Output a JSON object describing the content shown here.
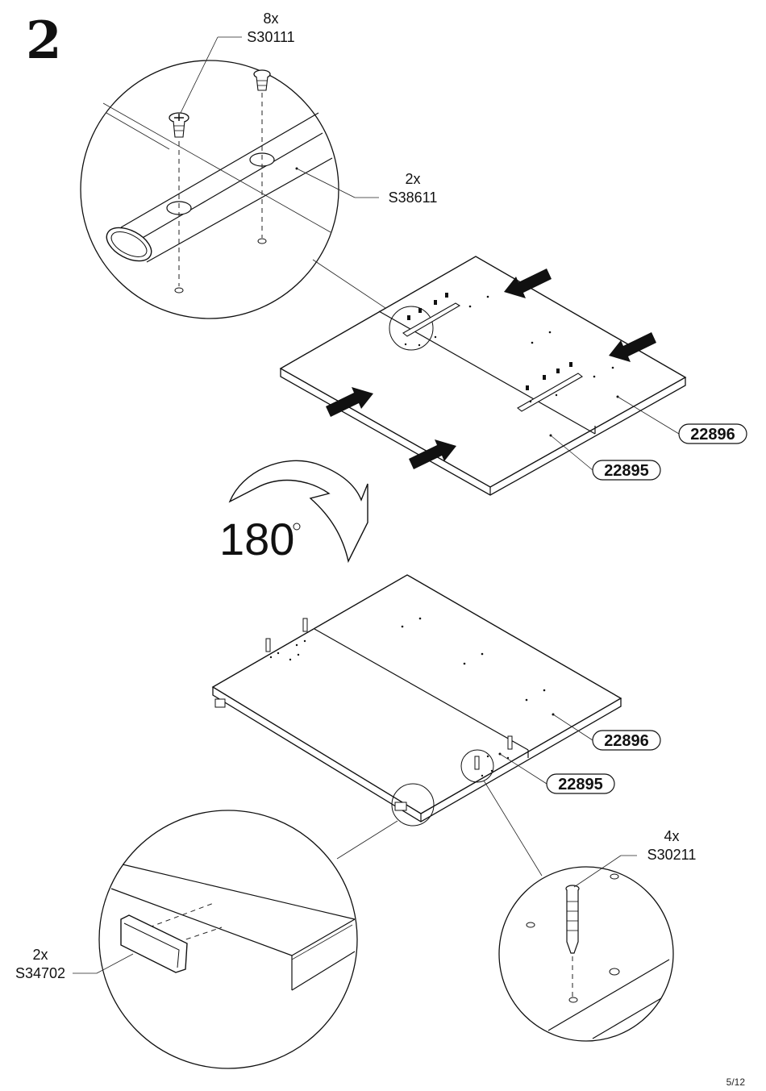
{
  "step_number": "2",
  "rotation_label": "180",
  "page_number": "5/12",
  "callouts": {
    "screw_qty": "8x",
    "screw_code": "S30111",
    "rail_qty": "2x",
    "rail_code": "S38611",
    "cap_qty": "2x",
    "cap_code": "S34702",
    "cam_qty": "4x",
    "cam_code": "S30211"
  },
  "parts": {
    "top_upper_right": "22896",
    "top_lower_left": "22895",
    "bottom_upper_right": "22896",
    "bottom_lower_left": "22895"
  }
}
